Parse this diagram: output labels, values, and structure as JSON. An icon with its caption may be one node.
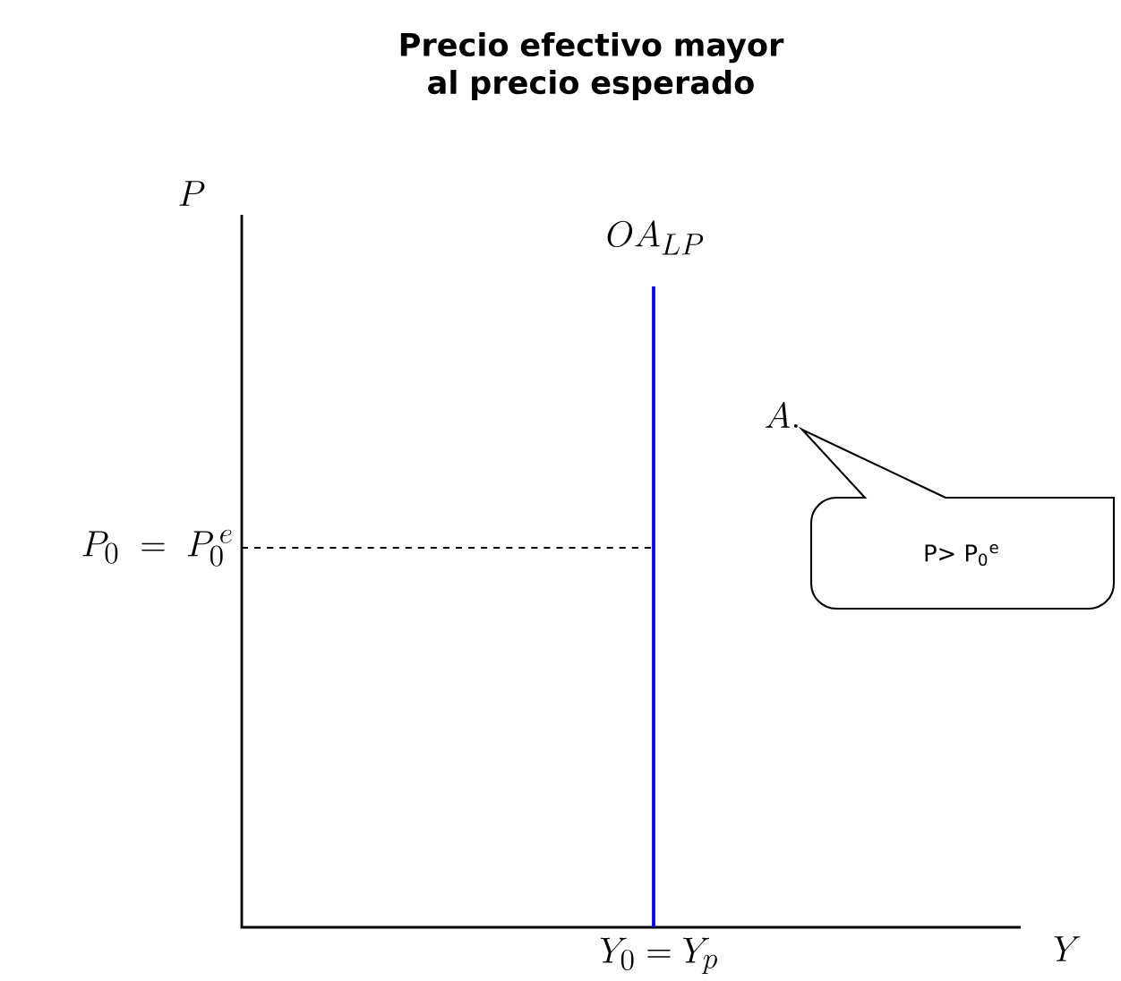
{
  "diagram": {
    "title": "Precio efectivo mayor al precio esperado",
    "nodes": [
      {
        "text": [
          "P> P$_{0}$$^{e}$"
        ]
      }
    ],
    "labels": [
      "P",
      "OA_{LP}",
      "A.",
      "P_0 \\;=\\; P_0^{\\,e}",
      "Y_0 = Y_p",
      "Y"
    ]
  }
}
